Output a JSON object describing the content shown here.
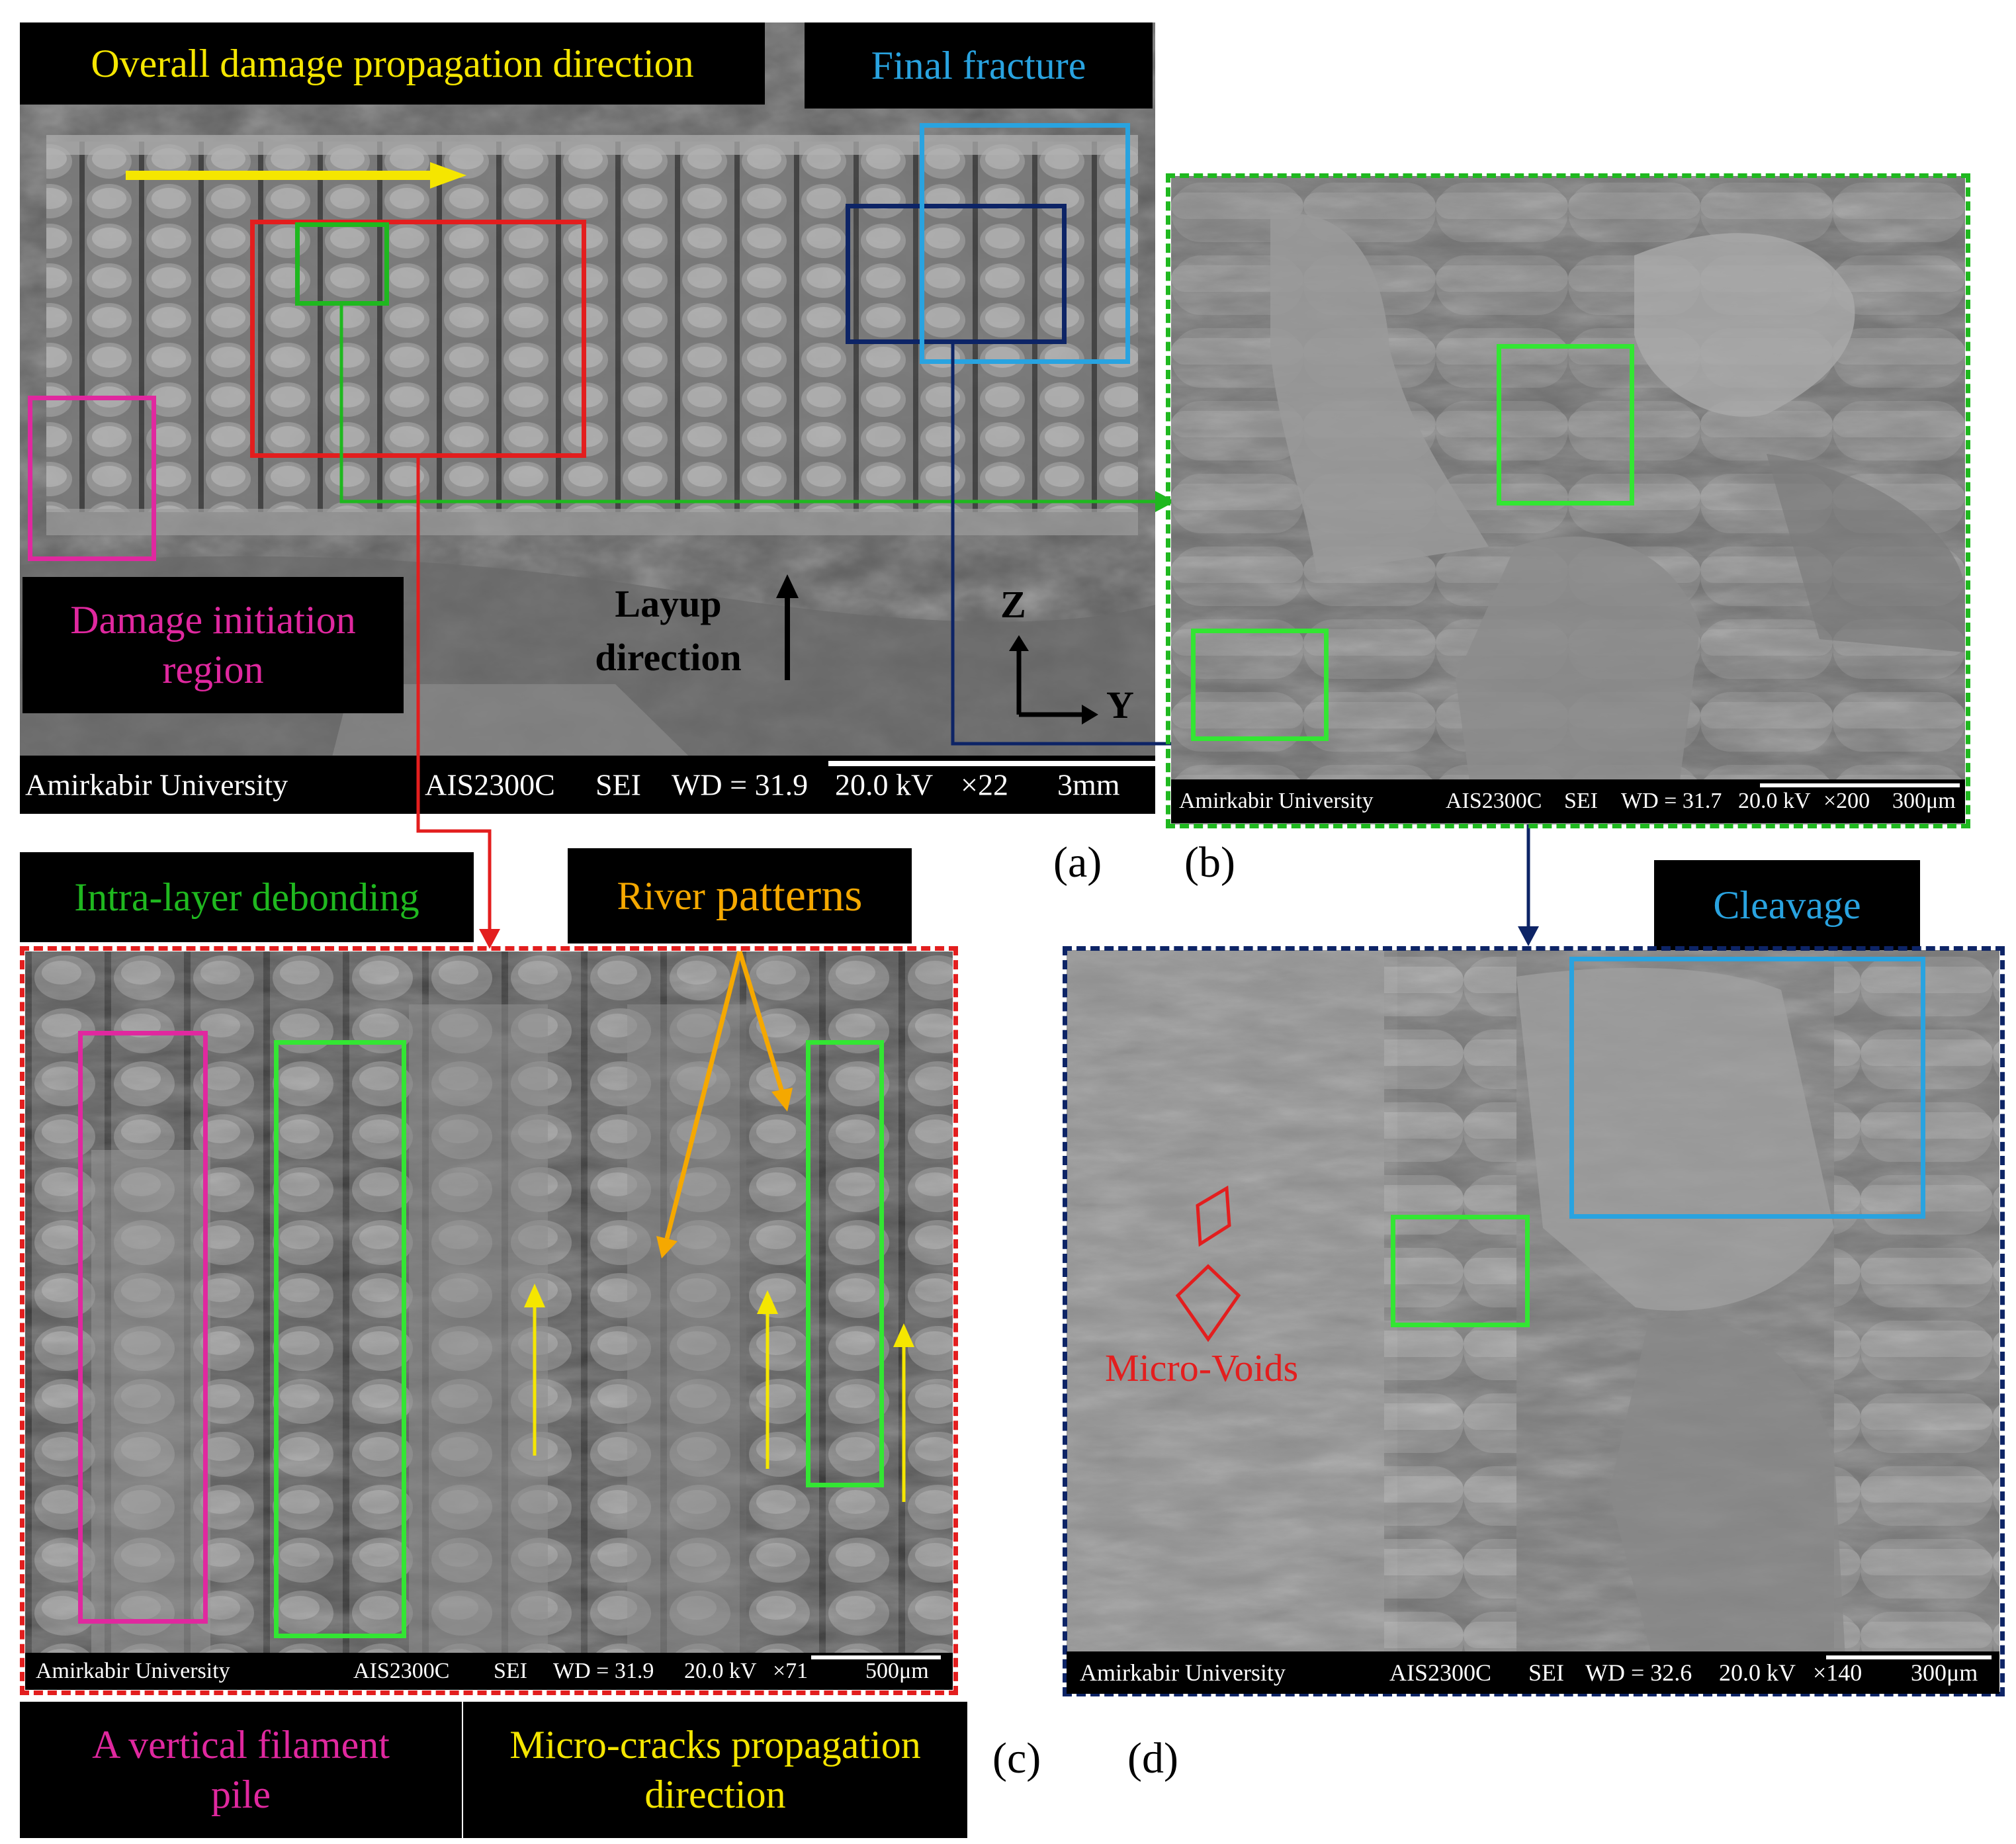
{
  "labels": {
    "overall_damage": "Overall damage propagation direction",
    "final_fracture": "Final fracture",
    "damage_initiation": "Damage initiation region",
    "layup_direction": "Layup direction",
    "axis_z": "Z",
    "axis_y": "Y",
    "intra_layer": "Intra-layer debonding",
    "river_patterns_1": "River",
    "river_patterns_2": "patterns",
    "vertical_filament": "A vertical filament pile",
    "micro_cracks": "Micro-cracks propagation direction",
    "cleavage": "Cleavage",
    "micro_voids": "Micro-Voids"
  },
  "panels": {
    "a": {
      "letter": "(a)",
      "bar": {
        "left": "Amirkabir University",
        "model": "AIS2300C",
        "mode": "SEI",
        "wd": "WD = 31.9",
        "kv": "20.0 kV",
        "mag": "×22",
        "scale": "3mm"
      }
    },
    "b": {
      "letter": "(b)",
      "bar": {
        "left": "Amirkabir University",
        "model": "AIS2300C",
        "mode": "SEI",
        "wd": "WD = 31.7",
        "kv": "20.0 kV",
        "mag": "×200",
        "scale": "300μm"
      }
    },
    "c": {
      "letter": "(c)",
      "bar": {
        "left": "Amirkabir University",
        "model": "AIS2300C",
        "mode": "SEI",
        "wd": "WD = 31.9",
        "kv": "20.0 kV",
        "mag": "×71",
        "scale": "500μm"
      }
    },
    "d": {
      "letter": "(d)",
      "bar": {
        "left": "Amirkabir University",
        "model": "AIS2300C",
        "mode": "SEI",
        "wd": "WD = 32.6",
        "kv": "20.0 kV",
        "mag": "×140",
        "scale": "300μm"
      }
    }
  },
  "colors": {
    "yellow": "#f5e600",
    "light_blue": "#29a3e0",
    "magenta": "#e0289f",
    "green": "#1fb81f",
    "red": "#e31e1e",
    "navy": "#0d2466",
    "orange": "#f5a800",
    "lime": "#33e633"
  }
}
